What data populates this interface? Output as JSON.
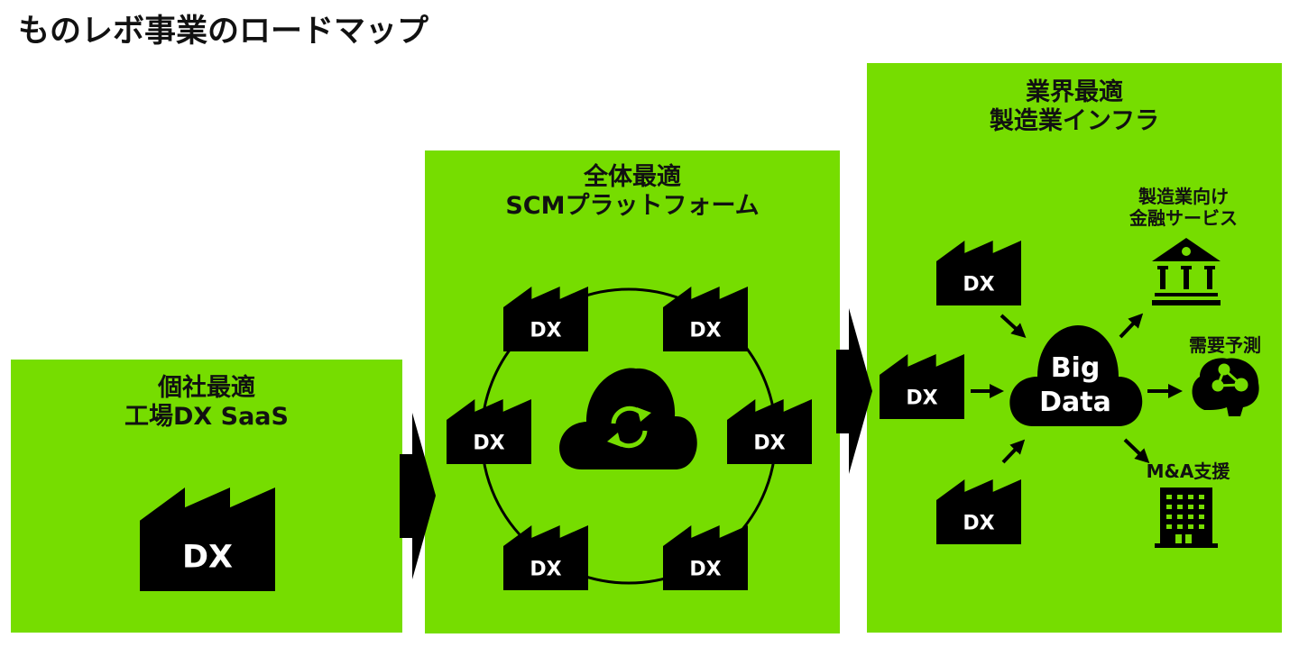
{
  "title": "ものレボ事業のロードマップ",
  "colors": {
    "panel_green": "#76dd00",
    "icon_black": "#000000",
    "label_white": "#ffffff"
  },
  "panels": [
    {
      "heading_line1": "個社最適",
      "heading_line2": "工場DX SaaS",
      "factory_label": "DX"
    },
    {
      "heading_line1": "全体最適",
      "heading_line2": "SCMプラットフォーム",
      "factory_labels": [
        "DX",
        "DX",
        "DX",
        "DX",
        "DX",
        "DX"
      ],
      "center_icon": "cloud-sync-icon"
    },
    {
      "heading_line1": "業界最適",
      "heading_line2": "製造業インフラ",
      "factory_labels": [
        "DX",
        "DX",
        "DX"
      ],
      "hub_line1": "Big",
      "hub_line2": "Data",
      "outputs": [
        {
          "line1": "製造業向け",
          "line2": "金融サービス",
          "icon": "bank-icon"
        },
        {
          "line1": "需要予測",
          "line2": "",
          "icon": "brain-network-icon"
        },
        {
          "line1": "M&A支援",
          "line2": "",
          "icon": "office-building-icon"
        }
      ]
    }
  ]
}
